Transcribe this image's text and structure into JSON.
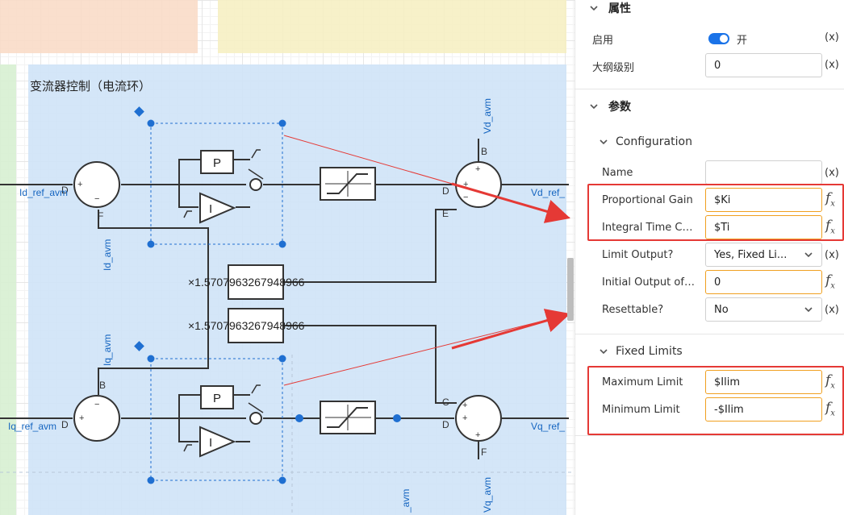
{
  "canvas": {
    "group_title": "变流器控制（电流环）",
    "blocks": {
      "p_label": "P",
      "i_label": "I",
      "gain_text": "×1.5707963267948966",
      "sum_plus": "+",
      "sum_minus": "−"
    },
    "ports": {
      "top_d_in": "D",
      "top_f_in": "F",
      "top_b_in": "B",
      "top_d_out": "D",
      "top_e": "E",
      "bot_b_in": "B",
      "bot_d_in": "D",
      "bot_c": "C",
      "bot_d_out": "D",
      "bot_f": "F"
    },
    "signals": {
      "id_ref": "Id_ref_avm",
      "iq_ref": "Iq_ref_avm",
      "id_avm": "Id_avm",
      "iq_avm": "Iq_avm",
      "vd_avm": "Vd_avm",
      "vq_avm": "Vq_avm",
      "vd_ref": "Vd_ref_",
      "vq_ref": "Vq_ref_",
      "bottom_label": "_avm"
    }
  },
  "panel": {
    "properties": {
      "header": "属性",
      "enable_label": "启用",
      "enable_state": "开",
      "outline_label": "大纲级别",
      "outline_value": "0",
      "x_btn": "(x)"
    },
    "params": {
      "header": "参数",
      "configuration": {
        "header": "Configuration",
        "name_label": "Name",
        "name_value": "",
        "gain_label": "Proportional Gain",
        "gain_value": "$Ki",
        "time_label": "Integral Time Const...",
        "time_value": "$Ti",
        "limit_label": "Limit Output?",
        "limit_value": "Yes, Fixed Li...",
        "init_label": "Initial Output of Int...",
        "init_value": "0",
        "reset_label": "Resettable?",
        "reset_value": "No"
      },
      "fixed_limits": {
        "header": "Fixed Limits",
        "max_label": "Maximum Limit",
        "max_value": "$Ilim",
        "min_label": "Minimum Limit",
        "min_value": "-$Ilim"
      }
    },
    "fx_main": "f",
    "fx_sub": "x"
  },
  "colors": {
    "selection_blue": "#1f6fd1",
    "group_fill": "#cfe3f7",
    "annotation_red": "#e53935",
    "toggle_on": "#1a73e8",
    "field_highlight": "#f0a020"
  }
}
